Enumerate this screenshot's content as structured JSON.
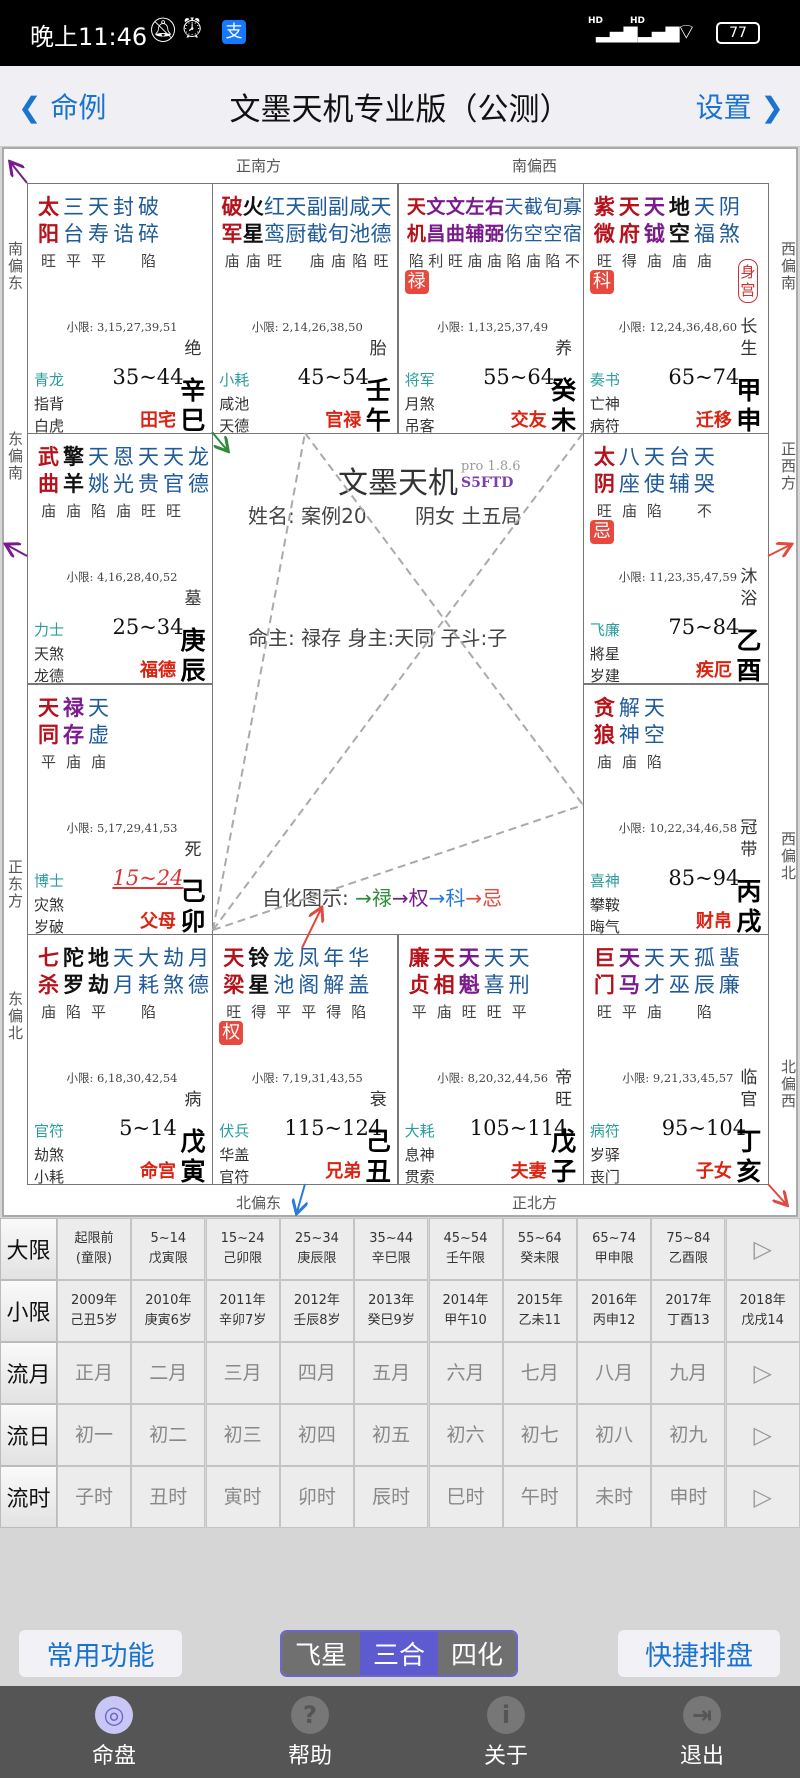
{
  "status_bar": {
    "time": "晚上11:46",
    "network": "HD",
    "battery": "77"
  },
  "nav": {
    "back_label": "命例",
    "title": "文墨天机专业版（公测）",
    "settings_label": "设置"
  },
  "colors": {
    "main": "#b5121b",
    "sha": "#111111",
    "aux": "#7a1a8c",
    "minor": "#1f5a9a",
    "palace_name": "#dd2222",
    "boshi": "#2a9d9d",
    "accent": "#1a73d0"
  },
  "directions": {
    "top_left": "正南方",
    "top_right": "南偏西",
    "right_top": "西偏南",
    "right_mid_top": "正西方",
    "right_mid_bottom": "西偏北",
    "right_bottom": "北偏西",
    "bottom_right": "正北方",
    "bottom_left": "北偏东",
    "left_bottom": "东偏北",
    "left_mid_bottom": "正东方",
    "left_mid_top": "东偏南",
    "left_top": "南偏东"
  },
  "center": {
    "app_name": "文墨天机",
    "version": "pro 1.8.6",
    "code": "S5FTD",
    "name_line": "姓名: 案例20",
    "gender_ju": "阴女 土五局",
    "ming_line": "命主: 禄存 身主:天同 子斗:子",
    "legend_label": "自化图示:",
    "legend": [
      {
        "text": "→禄",
        "color": "#2e8b3a"
      },
      {
        "text": "→权",
        "color": "#7a1a8c"
      },
      {
        "text": "→科",
        "color": "#2a7ad8"
      },
      {
        "text": "→忌",
        "color": "#e04a3f"
      }
    ]
  },
  "palaces": [
    {
      "gan": "辛",
      "zhi": "巳",
      "name": "田宅",
      "changsheng": "绝",
      "daxian": "35~44",
      "xiaoxian": "小限: 3,15,27,39,51",
      "boshi": "青龙",
      "suiqian": "指背",
      "jiangqian": "白虎",
      "stars": [
        {
          "n": "太阳",
          "t": "main",
          "b": "旺"
        },
        {
          "n": "三台",
          "t": "minor",
          "b": "平"
        },
        {
          "n": "天寿",
          "t": "minor",
          "b": "平"
        },
        {
          "n": "封诰",
          "t": "minor",
          "b": ""
        },
        {
          "n": "破碎",
          "t": "minor",
          "b": "陷"
        }
      ]
    },
    {
      "gan": "壬",
      "zhi": "午",
      "name": "官禄",
      "changsheng": "胎",
      "daxian": "45~54",
      "xiaoxian": "小限: 2,14,26,38,50",
      "boshi": "小耗",
      "suiqian": "咸池",
      "jiangqian": "天德",
      "stars": [
        {
          "n": "破军",
          "t": "main",
          "b": "庙"
        },
        {
          "n": "火星",
          "t": "sha",
          "b": "庙"
        },
        {
          "n": "红鸾",
          "t": "minor",
          "b": "旺"
        },
        {
          "n": "天厨",
          "t": "minor",
          "b": ""
        },
        {
          "n": "副截",
          "t": "minor",
          "b": "庙"
        },
        {
          "n": "副旬",
          "t": "minor",
          "b": "庙"
        },
        {
          "n": "咸池",
          "t": "minor",
          "b": "陷"
        },
        {
          "n": "天德",
          "t": "minor",
          "b": "旺"
        }
      ]
    },
    {
      "gan": "癸",
      "zhi": "未",
      "name": "交友",
      "changsheng": "养",
      "daxian": "55~64",
      "xiaoxian": "小限: 1,13,25,37,49",
      "boshi": "将军",
      "suiqian": "月煞",
      "jiangqian": "吊客",
      "sihua": "禄",
      "stars": [
        {
          "n": "天机",
          "t": "main",
          "b": "陷"
        },
        {
          "n": "文昌",
          "t": "aux",
          "b": "利"
        },
        {
          "n": "文曲",
          "t": "aux",
          "b": "旺"
        },
        {
          "n": "左辅",
          "t": "aux",
          "b": "庙"
        },
        {
          "n": "右弼",
          "t": "aux",
          "b": "庙"
        },
        {
          "n": "天伤",
          "t": "minor",
          "b": "陷"
        },
        {
          "n": "截空",
          "t": "minor",
          "b": "庙"
        },
        {
          "n": "旬空",
          "t": "minor",
          "b": "陷"
        },
        {
          "n": "寡宿",
          "t": "minor",
          "b": "不"
        }
      ]
    },
    {
      "gan": "甲",
      "zhi": "申",
      "name": "迁移",
      "changsheng": "长生",
      "daxian": "65~74",
      "xiaoxian": "小限: 12,24,36,48,60",
      "boshi": "奏书",
      "suiqian": "亡神",
      "jiangqian": "病符",
      "sihua": "科",
      "shengong": "身宫",
      "stars": [
        {
          "n": "紫微",
          "t": "main",
          "b": "旺"
        },
        {
          "n": "天府",
          "t": "main",
          "b": "得"
        },
        {
          "n": "天钺",
          "t": "aux",
          "b": "庙"
        },
        {
          "n": "地空",
          "t": "sha",
          "b": "庙"
        },
        {
          "n": "天福",
          "t": "minor",
          "b": "庙"
        },
        {
          "n": "阴煞",
          "t": "minor",
          "b": ""
        }
      ]
    },
    {
      "gan": "庚",
      "zhi": "辰",
      "name": "福德",
      "changsheng": "墓",
      "daxian": "25~34",
      "xiaoxian": "小限: 4,16,28,40,52",
      "boshi": "力士",
      "suiqian": "天煞",
      "jiangqian": "龙德",
      "stars": [
        {
          "n": "武曲",
          "t": "main",
          "b": "庙"
        },
        {
          "n": "擎羊",
          "t": "sha",
          "b": "庙"
        },
        {
          "n": "天姚",
          "t": "minor",
          "b": "陷"
        },
        {
          "n": "恩光",
          "t": "minor",
          "b": "庙"
        },
        {
          "n": "天贵",
          "t": "minor",
          "b": "旺"
        },
        {
          "n": "天官",
          "t": "minor",
          "b": "旺"
        },
        {
          "n": "龙德",
          "t": "minor",
          "b": ""
        }
      ]
    },
    {
      "gan": "乙",
      "zhi": "酉",
      "name": "疾厄",
      "changsheng": "沐浴",
      "daxian": "75~84",
      "xiaoxian": "小限: 11,23,35,47,59",
      "boshi": "飞廉",
      "suiqian": "將星",
      "jiangqian": "岁建",
      "sihua": "忌",
      "stars": [
        {
          "n": "太阴",
          "t": "main",
          "b": "旺"
        },
        {
          "n": "八座",
          "t": "minor",
          "b": "庙"
        },
        {
          "n": "天使",
          "t": "minor",
          "b": "陷"
        },
        {
          "n": "台辅",
          "t": "minor",
          "b": ""
        },
        {
          "n": "天哭",
          "t": "minor",
          "b": "不"
        }
      ]
    },
    {
      "gan": "己",
      "zhi": "卯",
      "name": "父母",
      "changsheng": "死",
      "daxian": "15~24",
      "current": true,
      "xiaoxian": "小限: 5,17,29,41,53",
      "boshi": "博士",
      "suiqian": "灾煞",
      "jiangqian": "岁破",
      "stars": [
        {
          "n": "天同",
          "t": "main",
          "b": "平"
        },
        {
          "n": "禄存",
          "t": "aux",
          "b": "庙"
        },
        {
          "n": "天虚",
          "t": "minor",
          "b": "庙"
        }
      ]
    },
    {
      "gan": "丙",
      "zhi": "戌",
      "name": "财帛",
      "changsheng": "冠带",
      "daxian": "85~94",
      "xiaoxian": "小限: 10,22,34,46,58",
      "boshi": "喜神",
      "suiqian": "攀鞍",
      "jiangqian": "晦气",
      "stars": [
        {
          "n": "贪狼",
          "t": "main",
          "b": "庙"
        },
        {
          "n": "解神",
          "t": "minor",
          "b": "庙"
        },
        {
          "n": "天空",
          "t": "minor",
          "b": "陷"
        }
      ]
    },
    {
      "gan": "戊",
      "zhi": "寅",
      "name": "命宫",
      "changsheng": "病",
      "daxian": "5~14",
      "xiaoxian": "小限: 6,18,30,42,54",
      "boshi": "官符",
      "suiqian": "劫煞",
      "jiangqian": "小耗",
      "stars": [
        {
          "n": "七杀",
          "t": "main",
          "b": "庙"
        },
        {
          "n": "陀罗",
          "t": "sha",
          "b": "陷"
        },
        {
          "n": "地劫",
          "t": "sha",
          "b": "平"
        },
        {
          "n": "天月",
          "t": "minor",
          "b": ""
        },
        {
          "n": "大耗",
          "t": "minor",
          "b": "陷"
        },
        {
          "n": "劫煞",
          "t": "minor",
          "b": ""
        },
        {
          "n": "月德",
          "t": "minor",
          "b": ""
        }
      ]
    },
    {
      "gan": "己",
      "zhi": "丑",
      "name": "兄弟",
      "changsheng": "衰",
      "daxian": "115~124",
      "xiaoxian": "小限: 7,19,31,43,55",
      "boshi": "伏兵",
      "suiqian": "华盖",
      "jiangqian": "官符",
      "sihua": "权",
      "stars": [
        {
          "n": "天梁",
          "t": "main",
          "b": "旺"
        },
        {
          "n": "铃星",
          "t": "sha",
          "b": "得"
        },
        {
          "n": "龙池",
          "t": "minor",
          "b": "平"
        },
        {
          "n": "凤阁",
          "t": "minor",
          "b": "平"
        },
        {
          "n": "年解",
          "t": "minor",
          "b": "得"
        },
        {
          "n": "华盖",
          "t": "minor",
          "b": "陷"
        }
      ]
    },
    {
      "gan": "戊",
      "zhi": "子",
      "name": "夫妻",
      "changsheng": "帝旺",
      "daxian": "105~114",
      "xiaoxian": "小限: 8,20,32,44,56",
      "boshi": "大耗",
      "suiqian": "息神",
      "jiangqian": "贯索",
      "stars": [
        {
          "n": "廉贞",
          "t": "main",
          "b": "平"
        },
        {
          "n": "天相",
          "t": "main",
          "b": "庙"
        },
        {
          "n": "天魁",
          "t": "aux",
          "b": "旺"
        },
        {
          "n": "天喜",
          "t": "minor",
          "b": "旺"
        },
        {
          "n": "天刑",
          "t": "minor",
          "b": "平"
        }
      ]
    },
    {
      "gan": "丁",
      "zhi": "亥",
      "name": "子女",
      "changsheng": "临官",
      "daxian": "95~104",
      "xiaoxian": "小限: 9,21,33,45,57",
      "boshi": "病符",
      "suiqian": "岁驿",
      "jiangqian": "丧门",
      "stars": [
        {
          "n": "巨门",
          "t": "main",
          "b": "旺"
        },
        {
          "n": "天马",
          "t": "aux",
          "b": "平"
        },
        {
          "n": "天才",
          "t": "minor",
          "b": "庙"
        },
        {
          "n": "天巫",
          "t": "minor",
          "b": ""
        },
        {
          "n": "孤辰",
          "t": "minor",
          "b": "陷"
        },
        {
          "n": "蜚廉",
          "t": "minor",
          "b": ""
        }
      ]
    }
  ],
  "table": {
    "rows": [
      {
        "label": "大限",
        "size": "small",
        "cells": [
          [
            "起限前",
            "(童限)"
          ],
          [
            "5~14",
            "戊寅限"
          ],
          [
            "15~24",
            "己卯限"
          ],
          [
            "25~34",
            "庚辰限"
          ],
          [
            "35~44",
            "辛巳限"
          ],
          [
            "45~54",
            "壬午限"
          ],
          [
            "55~64",
            "癸未限"
          ],
          [
            "65~74",
            "甲申限"
          ],
          [
            "75~84",
            "乙酉限"
          ],
          [
            "▷"
          ]
        ]
      },
      {
        "label": "小限",
        "size": "small",
        "cells": [
          [
            "2009年",
            "己丑5岁"
          ],
          [
            "2010年",
            "庚寅6岁"
          ],
          [
            "2011年",
            "辛卯7岁"
          ],
          [
            "2012年",
            "壬辰8岁"
          ],
          [
            "2013年",
            "癸巳9岁"
          ],
          [
            "2014年",
            "甲午10"
          ],
          [
            "2015年",
            "乙未11"
          ],
          [
            "2016年",
            "丙申12"
          ],
          [
            "2017年",
            "丁酉13"
          ],
          [
            "2018年",
            "戊戌14"
          ]
        ]
      },
      {
        "label": "流月",
        "size": "big",
        "cells": [
          [
            "正月"
          ],
          [
            "二月"
          ],
          [
            "三月"
          ],
          [
            "四月"
          ],
          [
            "五月"
          ],
          [
            "六月"
          ],
          [
            "七月"
          ],
          [
            "八月"
          ],
          [
            "九月"
          ],
          [
            "▷"
          ]
        ]
      },
      {
        "label": "流日",
        "size": "big",
        "cells": [
          [
            "初一"
          ],
          [
            "初二"
          ],
          [
            "初三"
          ],
          [
            "初四"
          ],
          [
            "初五"
          ],
          [
            "初六"
          ],
          [
            "初七"
          ],
          [
            "初八"
          ],
          [
            "初九"
          ],
          [
            "▷"
          ]
        ]
      },
      {
        "label": "流时",
        "size": "big",
        "cells": [
          [
            "子时"
          ],
          [
            "丑时"
          ],
          [
            "寅时"
          ],
          [
            "卯时"
          ],
          [
            "辰时"
          ],
          [
            "巳时"
          ],
          [
            "午时"
          ],
          [
            "未时"
          ],
          [
            "申时"
          ],
          [
            "▷"
          ]
        ]
      }
    ]
  },
  "toolbar": {
    "common_label": "常用功能",
    "quick_label": "快捷排盘",
    "segments": [
      "飞星",
      "三合",
      "四化"
    ],
    "active_segment": 1
  },
  "tabbar": {
    "items": [
      {
        "label": "命盘",
        "icon": "chart-disc-icon",
        "glyph": "◎",
        "active": true
      },
      {
        "label": "帮助",
        "icon": "help-icon",
        "glyph": "?"
      },
      {
        "label": "关于",
        "icon": "info-icon",
        "glyph": "i"
      },
      {
        "label": "退出",
        "icon": "exit-icon",
        "glyph": "⇥"
      }
    ]
  }
}
